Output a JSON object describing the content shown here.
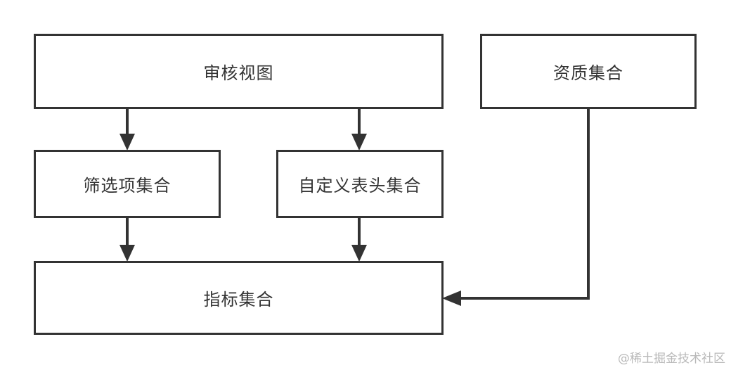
{
  "nodes": {
    "review_view": "审核视图",
    "qualification_set": "资质集合",
    "filter_option_set": "筛选项集合",
    "custom_header_set": "自定义表头集合",
    "metric_set": "指标集合"
  },
  "edges": [
    {
      "from": "review_view",
      "to": "filter_option_set"
    },
    {
      "from": "review_view",
      "to": "custom_header_set"
    },
    {
      "from": "filter_option_set",
      "to": "metric_set"
    },
    {
      "from": "custom_header_set",
      "to": "metric_set"
    },
    {
      "from": "qualification_set",
      "to": "metric_set"
    }
  ],
  "watermark": "@稀土掘金技术社区",
  "colors": {
    "stroke": "#333333",
    "background": "#ffffff",
    "watermark": "#b9b9b9"
  }
}
